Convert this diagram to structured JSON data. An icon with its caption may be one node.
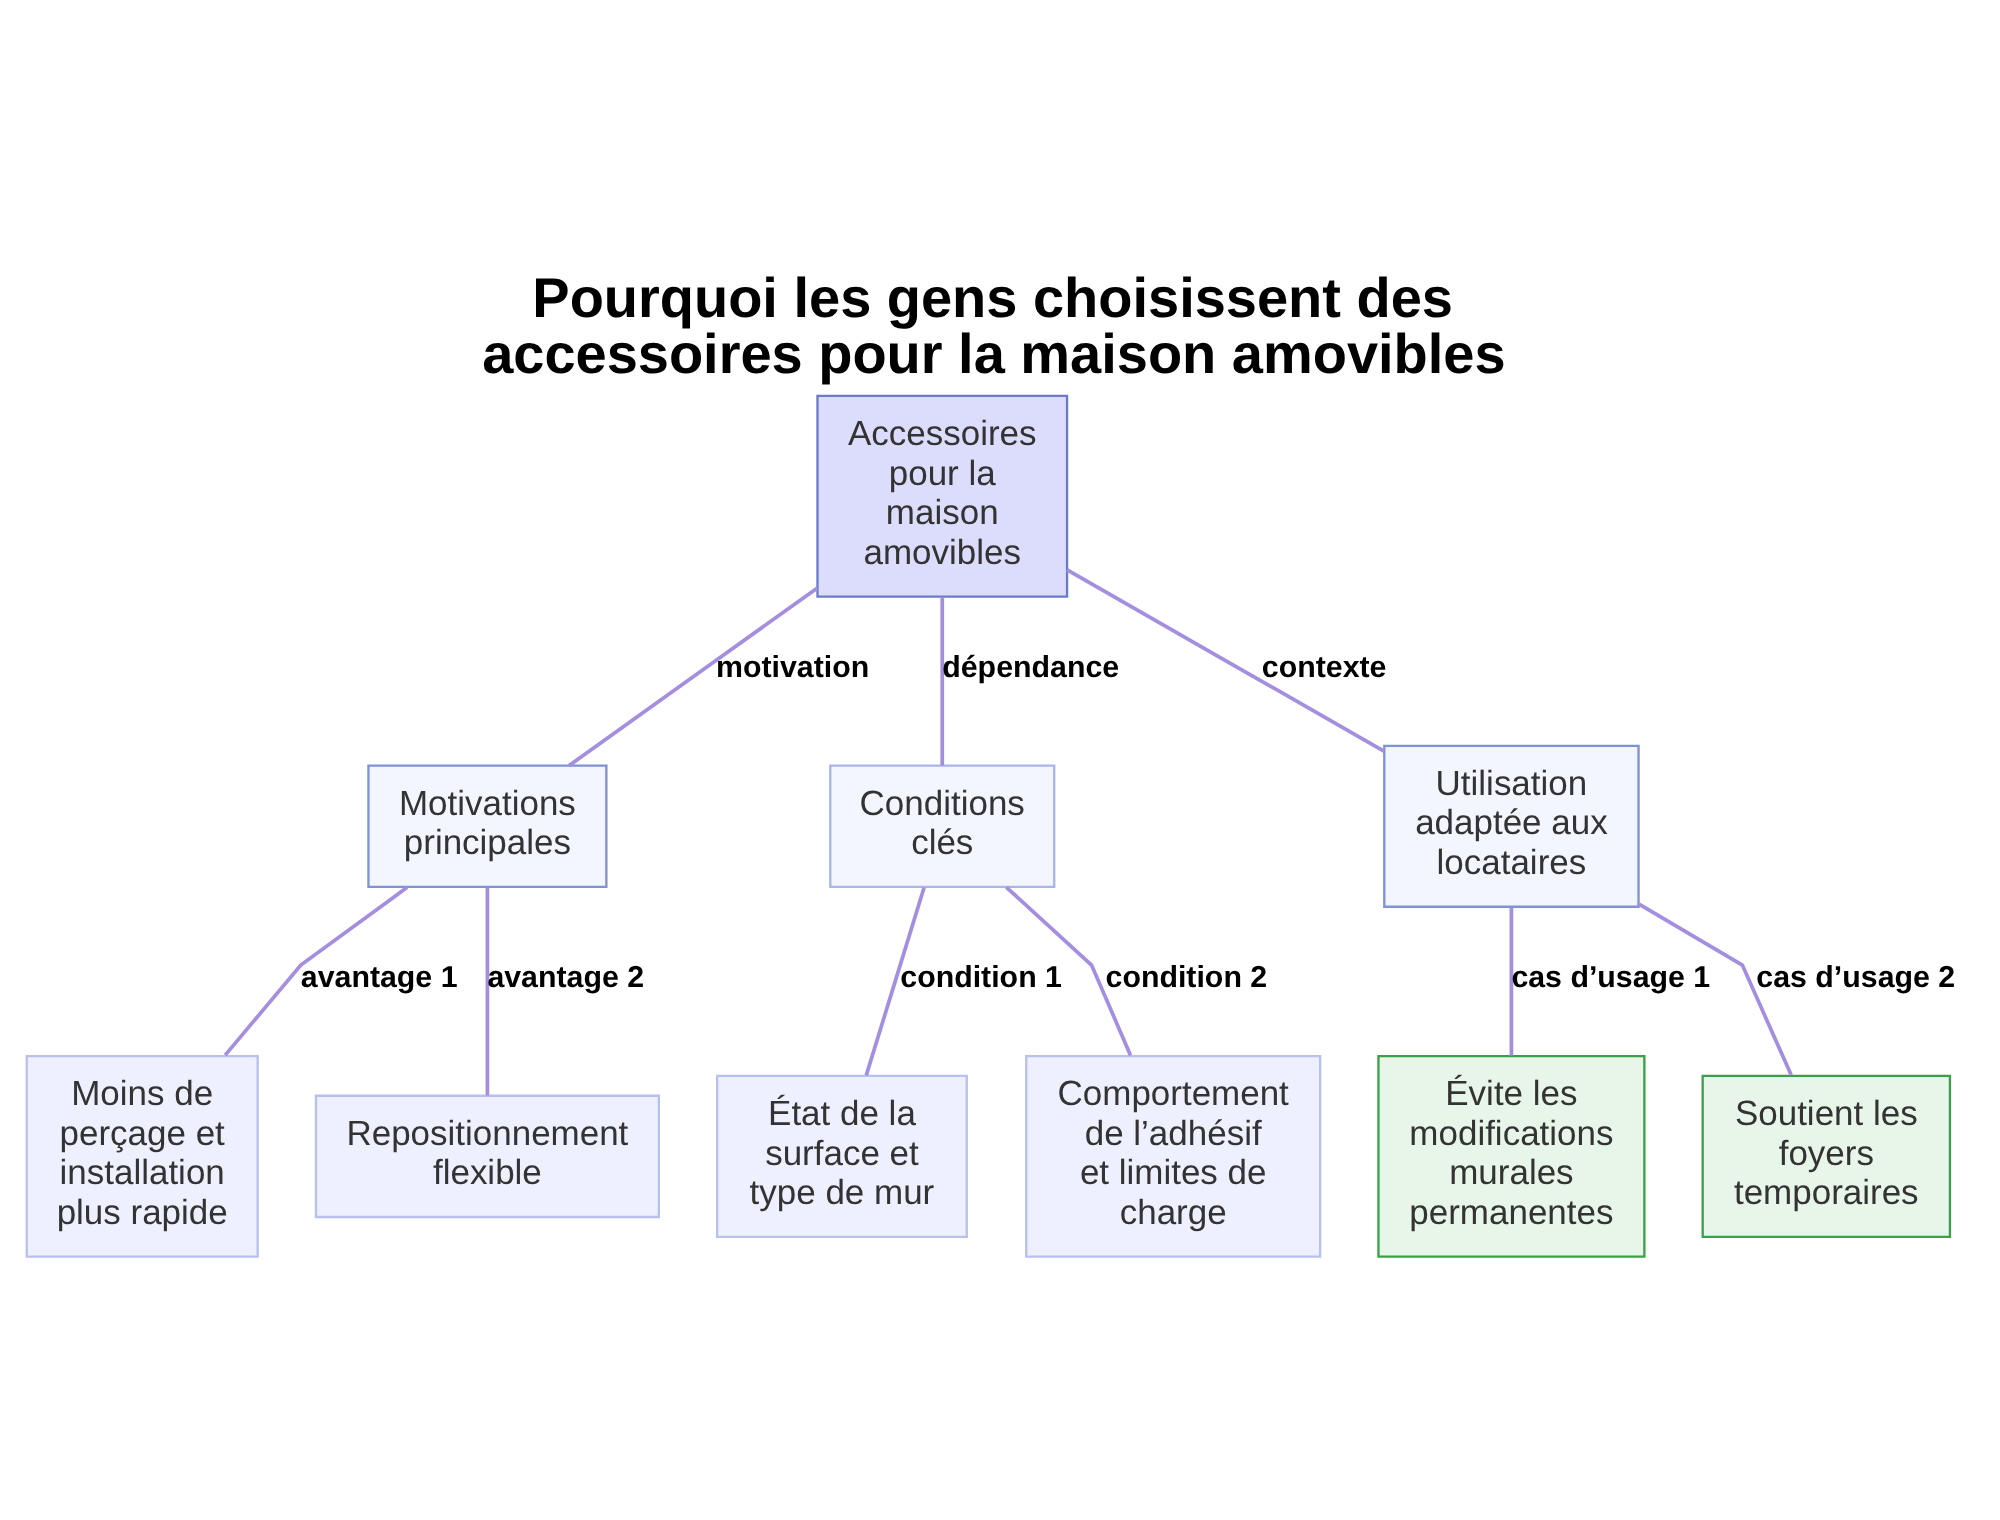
{
  "diagram": {
    "title": "Pourquoi les gens choisissent des accessoires pour la maison amovibles",
    "nodes": [
      {
        "text": [
          "Accessoires pour la maison amovibles"
        ]
      },
      {
        "text": [
          "Motivations principales"
        ]
      },
      {
        "text": [
          "Conditions clés"
        ]
      },
      {
        "text": [
          "Utilisation adaptée aux locataires"
        ]
      },
      {
        "text": [
          "Moins de perçage et installation plus rapide"
        ]
      },
      {
        "text": [
          "Repositionnement flexible"
        ]
      },
      {
        "text": [
          "État de la surface et type de mur"
        ]
      },
      {
        "text": [
          "Comportement de l’adhésif et limites de charge"
        ]
      },
      {
        "text": [
          "Évite les modifications murales permanentes"
        ]
      },
      {
        "text": [
          "Soutient les foyers temporaires"
        ]
      }
    ],
    "edges": [
      {
        "from": 0,
        "to": 1,
        "arrow": "none",
        "label": "motivation"
      },
      {
        "from": 0,
        "to": 2,
        "arrow": "none",
        "label": "dépendance"
      },
      {
        "from": 0,
        "to": 3,
        "arrow": "none",
        "label": "contexte"
      },
      {
        "from": 1,
        "to": 4,
        "arrow": "none",
        "label": "avantage 1"
      },
      {
        "from": 1,
        "to": 5,
        "arrow": "none",
        "label": "avantage 2"
      },
      {
        "from": 2,
        "to": 6,
        "arrow": "none",
        "label": "condition 1"
      },
      {
        "from": 2,
        "to": 7,
        "arrow": "none",
        "label": "condition 2"
      },
      {
        "from": 3,
        "to": 8,
        "arrow": "none",
        "label": "cas d’usage 1"
      },
      {
        "from": 3,
        "to": 9,
        "arrow": "none",
        "label": "cas d’usage 2"
      }
    ]
  }
}
